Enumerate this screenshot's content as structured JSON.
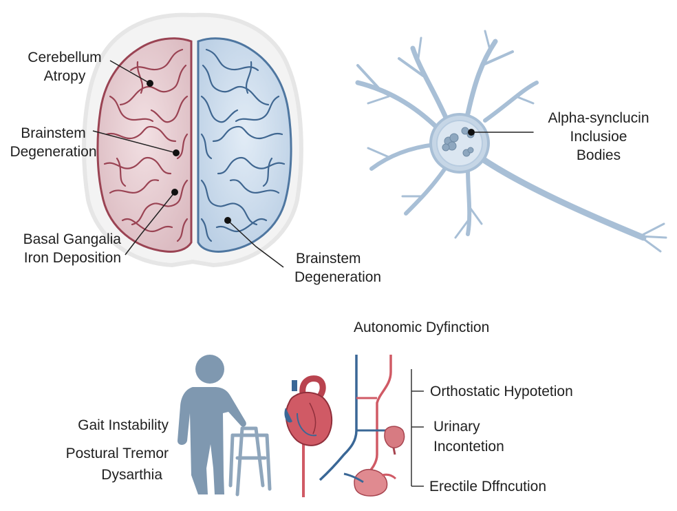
{
  "brain": {
    "labels": {
      "cerebellum_line1": "Cerebellum",
      "cerebellum_line2": "Atropy",
      "brainstem_left_line1": "Brainstem",
      "brainstem_left_line2": "Degeneration",
      "basal_line1": "Basal Gangalia",
      "basal_line2": "Iron Deposition",
      "brainstem_right_line1": "Brainstem",
      "brainstem_right_line2": "Degeneration"
    }
  },
  "neuron": {
    "label_line1": "Alpha-synclucin",
    "label_line2": "Inclusioe",
    "label_line3": "Bodies"
  },
  "autonomic": {
    "title": "Autonomic Dyfinction",
    "items": [
      "Orthostatic Hypotetion",
      "Urinary",
      "Incontetion",
      "Erectile Dffncution"
    ]
  },
  "motor": {
    "items": [
      "Gait Instability",
      "Postural Tremor",
      "Dysarthia"
    ]
  },
  "colors": {
    "left_hemisphere_fill": "#e7cfd3",
    "left_hemisphere_stroke": "#9a4353",
    "right_hemisphere_fill": "#cfdded",
    "right_hemisphere_stroke": "#4e76a0",
    "neuron": "#a8bfd6",
    "figure": "#7f98b0",
    "artery": "#d05a65",
    "vein": "#3a6796"
  }
}
